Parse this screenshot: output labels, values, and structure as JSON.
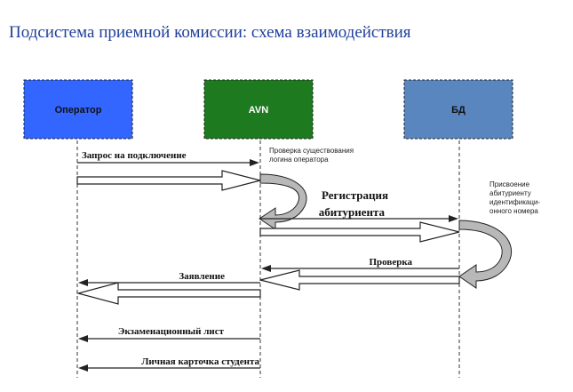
{
  "title": "Подсистема приемной комиссии: схема взаимодействия",
  "actors": {
    "operator": {
      "label": "Оператор",
      "color": "#3366ff"
    },
    "avn": {
      "label": "AVN",
      "color": "#1e7a1e"
    },
    "db": {
      "label": "БД",
      "color": "#5a86c0"
    }
  },
  "messages": {
    "connect_request": "Запрос на подключение",
    "avn_note_line1": "Проверка существования",
    "avn_note_line2": "логина оператора",
    "registration_line1": "Регистрация",
    "registration_line2": "абитуриента",
    "db_note_line1": "Присвоение",
    "db_note_line2": "абитуриенту",
    "db_note_line3": "идентификаци-",
    "db_note_line4": "онного номера",
    "check": "Проверка",
    "application": "Заявление",
    "exam_sheet": "Экзаменационный лист",
    "student_card": "Личная карточка студента"
  }
}
